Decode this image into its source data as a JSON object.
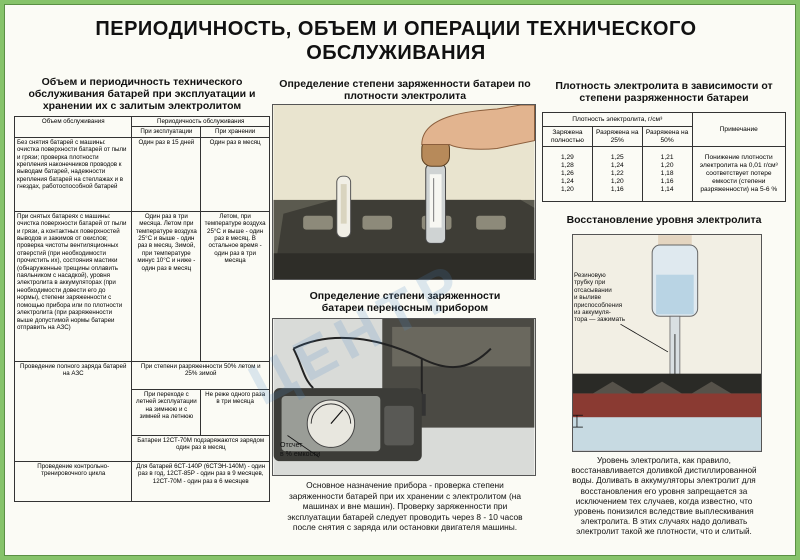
{
  "title_line1": "ПЕРИОДИЧНОСТЬ, ОБЪЕМ И ОПЕРАЦИИ ТЕХНИЧЕСКОГО",
  "title_line2": "ОБСЛУЖИВАНИЯ",
  "left": {
    "heading": [
      "Объем и периодичность технического",
      "обслуживания батарей при эксплуатации и",
      "хранении их с залитым электролитом"
    ],
    "table": {
      "h_scope": "Объем обслуживания",
      "h_period": "Периодичность обслуживания",
      "h_oper": "При эксплуатации",
      "h_store": "При хранении",
      "r1": {
        "scope": "Без снятия батарей с машины: очистка поверхности батарей от пыли и грязи; проверка плотности крепления наконечников проводов к выводам батарей, надежности крепления батарей на стеллажах и в гнездах, работоспособной батарей",
        "oper": "Один раз в 15 дней",
        "store": "Один раз в месяц"
      },
      "r2": {
        "scope": "При снятых батареях с машины: очистка поверхности батарей от пыли и грязи, а контактных поверхностей выводов и зажимов от окислов; проверка чистоты вентиляционных отверстий (при необходимости прочистить их), состояния мастики (обнаруженные трещины оплавить паяльником с насадкой), уровня электролита в аккумуляторах (при необходимости довести его до нормы), степени заряженности с помощью прибора или по плотности электролита (при разряженности выше допустимой нормы батареи отправить на АЗС)",
        "oper": "Один раз в три месяца. Летом при температуре воздуха 25°С и выше - один раз в месяц. Зимой, при температуре минус 10°С и ниже - один раз в месяц",
        "store": "Летом, при температуре воздуха 25°С и выше - один раз в месяц. В остальное время - один раз в три месяца"
      },
      "r3": {
        "scope": "Проведение полного заряда батарей на АЗС",
        "oper": "При степени разряженности 50% летом и 25% зимой",
        "sub_oper": "При переходе с летней эксплуатации на зимнюю и с зимней на летнюю",
        "sub_store": "Не реже одного раза в три месяца",
        "note": "Батареи 12СТ-70М подзаряжаются зарядом один раз в месяц"
      },
      "r4": {
        "scope": "Проведение контрольно-тренировочного цикла",
        "oper": "Для батарей 6СТ-140Р (6СТЭН-140М) - один раз в год, 12СТ-85Р - один раз в 9 месяцев, 12СТ-70М - один раз в 6 месяцев"
      }
    }
  },
  "mid": {
    "heading1": [
      "Определение степени заряженности батареи по",
      "плотности электролита"
    ],
    "heading2": [
      "Определение степени заряженности",
      "батареи переносным прибором"
    ],
    "callout": [
      "Отсчет",
      "в % емкости"
    ],
    "caption": [
      "Основное назначение прибора - проверка степени",
      "заряженности батарей при их хранении с электролитом (на",
      "машинах и вне машин). Проверку заряженности при",
      "эксплуатации батарей следует проводить через 8 - 10 часов",
      "после снятия с заряда или остановки двигателя машины."
    ]
  },
  "right": {
    "heading1": [
      "Плотность электролита в зависимости от",
      "степени разряженности батареи"
    ],
    "table": {
      "h_density": "Плотность электролита, г/см³",
      "h_note": "Примечание",
      "h_full": "Заряжена полностью",
      "h_25": "Разряжена на 25%",
      "h_50": "Разряжена на 50%",
      "rows": [
        [
          "1,29",
          "1,25",
          "1,21"
        ],
        [
          "1,28",
          "1,24",
          "1,20"
        ],
        [
          "1,26",
          "1,22",
          "1,18"
        ],
        [
          "1,24",
          "1,20",
          "1,16"
        ],
        [
          "1,20",
          "1,16",
          "1,14"
        ]
      ],
      "note": "Понижение плотности электролита на 0,01 г/см³ соответствует потере емкости (степени разряженности) на 5-6 %"
    },
    "heading2": "Восстановление уровня электролита",
    "callout": [
      "Резиновую",
      "трубку при",
      "отсасывании",
      "и выливе",
      "приспособления",
      "из аккумуля-",
      "тора — зажимать"
    ],
    "caption": [
      "Уровень электролита, как правило,",
      "восстанавливается доливкой дистиллированной",
      "воды. Доливать в аккумуляторы электролит для",
      "восстановления его уровня запрещается за",
      "исключением тех случаев, когда известно, что",
      "уровень понизился вследствие выплескивания",
      "электролита. В этих случаях надо доливать",
      "электролит такой же плотности, что и слитый."
    ]
  },
  "watermark": "ЦЕНТР"
}
